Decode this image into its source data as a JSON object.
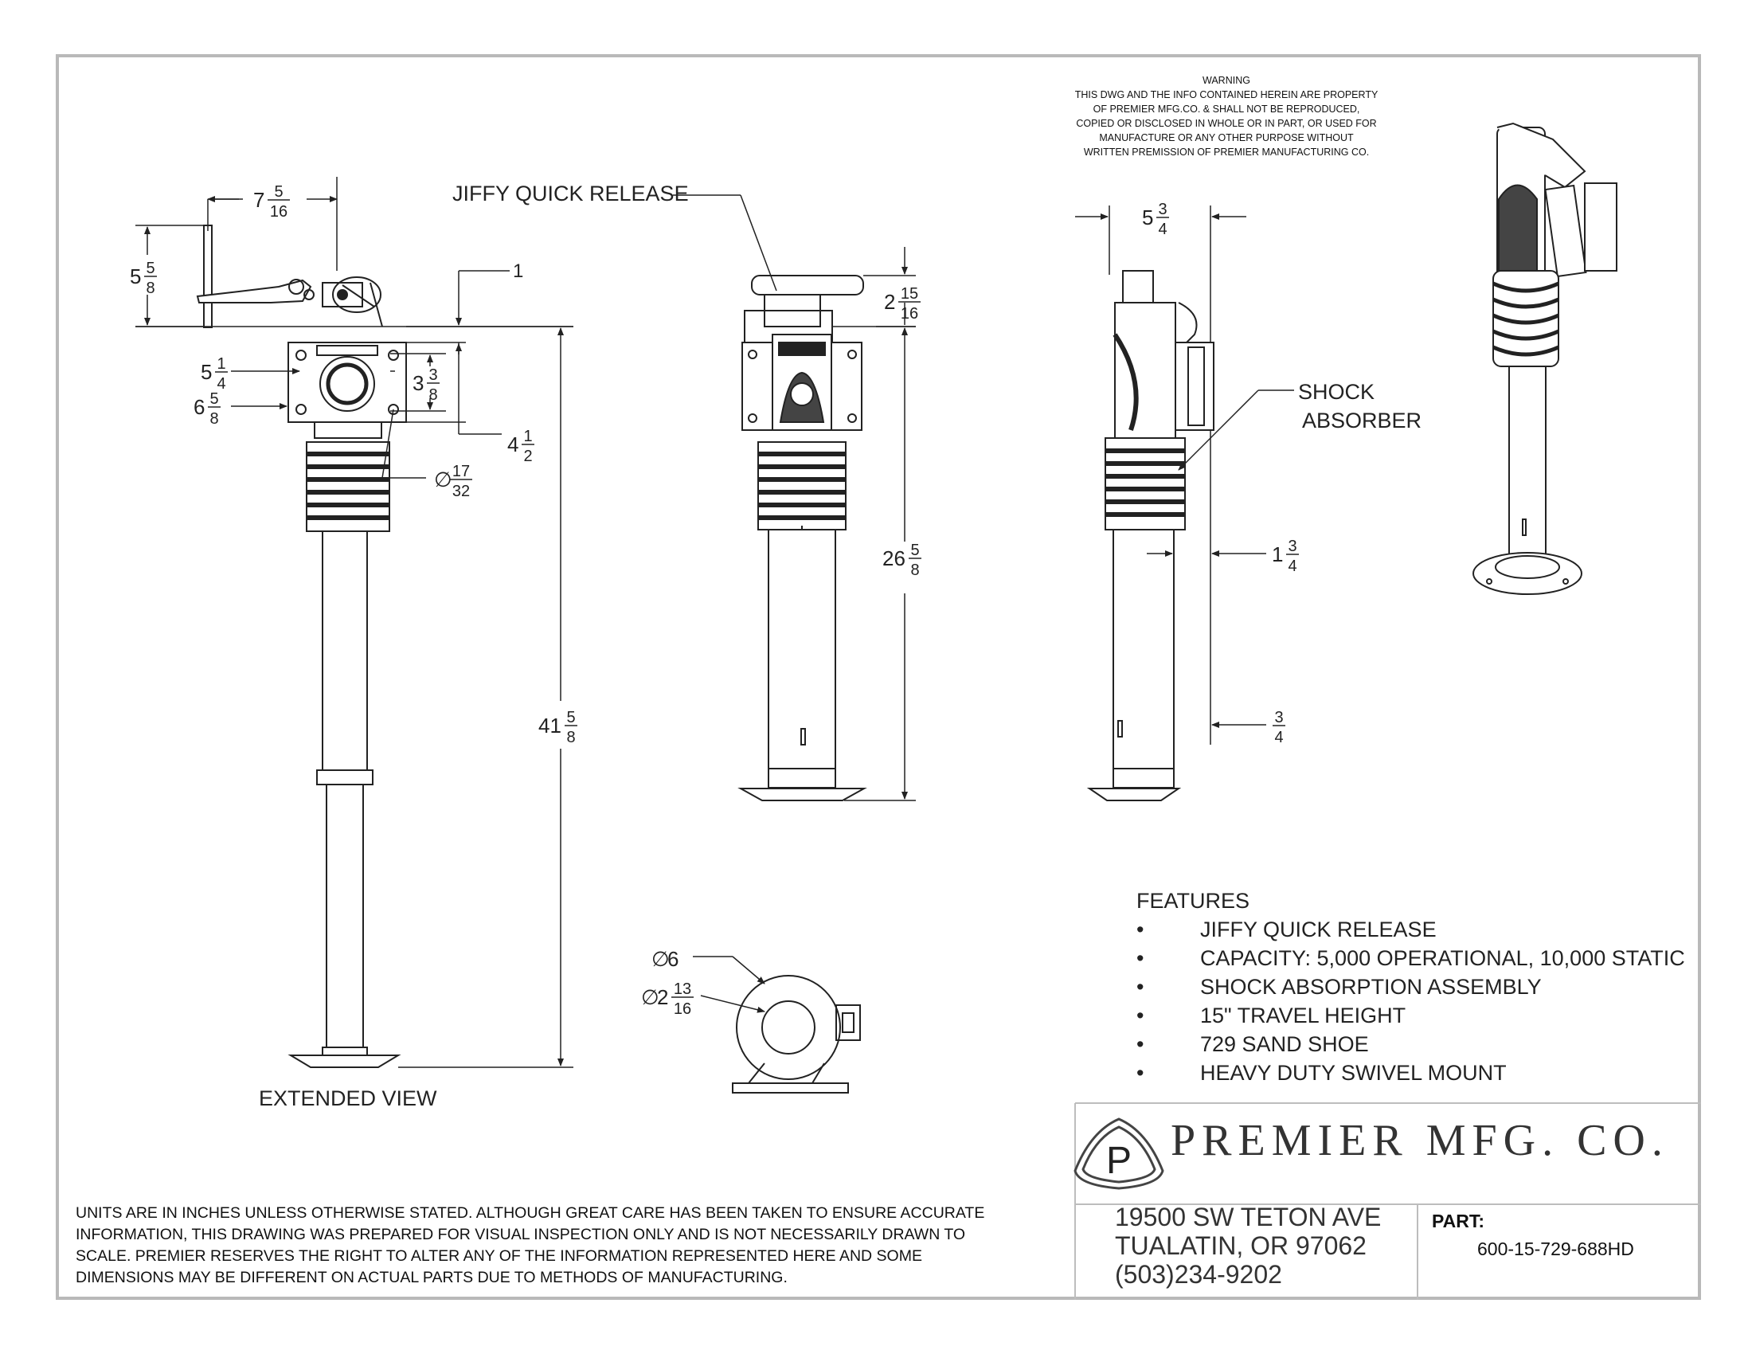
{
  "labels": {
    "jiffy_release": "JIFFY QUICK RELEASE",
    "shock_absorber_line1": "SHOCK",
    "shock_absorber_line2": "ABSORBER",
    "extended_view": "EXTENDED VIEW"
  },
  "dimensions": {
    "handle_offset": {
      "whole": "7",
      "num": "5",
      "den": "16"
    },
    "handle_height": {
      "whole": "5",
      "num": "5",
      "den": "8"
    },
    "top_offset": "1",
    "plate_width_inner": {
      "whole": "5",
      "num": "1",
      "den": "4"
    },
    "plate_width_outer": {
      "whole": "6",
      "num": "5",
      "den": "8"
    },
    "plate_height_inner": {
      "whole": "3",
      "num": "3",
      "den": "8"
    },
    "plate_height_outer": {
      "whole": "4",
      "num": "1",
      "den": "2"
    },
    "hole_dia": {
      "prefix": "∅",
      "num": "17",
      "den": "32"
    },
    "extended_height": {
      "whole": "41",
      "num": "5",
      "den": "8"
    },
    "handle_rise": {
      "whole": "2",
      "num": "15",
      "den": "16"
    },
    "retracted_height": {
      "whole": "26",
      "num": "5",
      "den": "8"
    },
    "side_width": {
      "whole": "5",
      "num": "3",
      "den": "4"
    },
    "tube_offset_upper": {
      "whole": "1",
      "num": "3",
      "den": "4"
    },
    "tube_offset_lower": {
      "whole": "",
      "num": "3",
      "den": "4"
    },
    "foot_dia": {
      "prefix": "∅",
      "whole": "6"
    },
    "tube_dia": {
      "prefix": "∅",
      "whole": "2",
      "num": "13",
      "den": "16"
    }
  },
  "warning": [
    "WARNING",
    "THIS DWG AND THE INFO CONTAINED HEREIN ARE PROPERTY",
    "OF PREMIER MFG.CO. & SHALL NOT BE REPRODUCED,",
    "COPIED OR DISCLOSED IN WHOLE OR IN PART, OR USED FOR",
    "MANUFACTURE OR ANY OTHER PURPOSE WITHOUT",
    "WRITTEN PREMISSION OF PREMIER MANUFACTURING CO."
  ],
  "features": {
    "title": "FEATURES",
    "items": [
      "JIFFY QUICK RELEASE",
      "CAPACITY: 5,000 OPERATIONAL, 10,000 STATIC",
      "SHOCK ABSORPTION ASSEMBLY",
      "15\" TRAVEL HEIGHT",
      "729 SAND SHOE",
      "HEAVY DUTY SWIVEL MOUNT"
    ]
  },
  "note": [
    "UNITS ARE IN INCHES UNLESS OTHERWISE STATED.  ALTHOUGH GREAT CARE HAS BEEN TAKEN TO ENSURE ACCURATE",
    "INFORMATION, THIS DRAWING WAS PREPARED FOR VISUAL INSPECTION ONLY AND IS NOT NECESSARILY DRAWN TO",
    "SCALE.  PREMIER RESERVES THE RIGHT TO ALTER ANY OF THE INFORMATION REPRESENTED HERE AND SOME",
    "DIMENSIONS MAY BE DIFFERENT ON ACTUAL PARTS DUE TO METHODS OF MANUFACTURING."
  ],
  "title_block": {
    "company": "PREMIER MFG. CO.",
    "address": [
      "19500 SW TETON AVE",
      "TUALATIN, OR 97062",
      "(503)234-9202"
    ],
    "part_label": "PART:",
    "part_number": "600-15-729-688HD",
    "logo_letter": "P"
  }
}
